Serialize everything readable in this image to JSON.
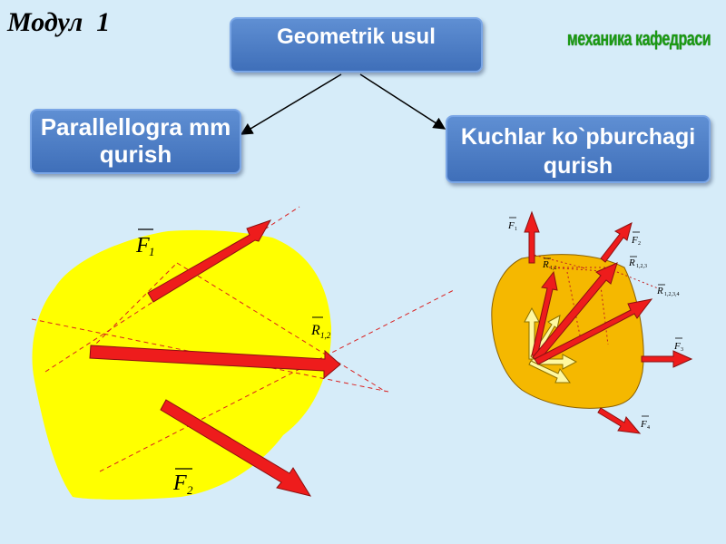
{
  "header": {
    "module_label": "Модул  1",
    "department": "механика кафедраси"
  },
  "boxes": {
    "top": "Geometrik usul",
    "left": "Parallellogra mm qurish",
    "right": "Kuchlar ko`pburchagi qurish"
  },
  "parallelogram": {
    "f1_label": "F",
    "f1_sub": "1",
    "f2_label": "F",
    "f2_sub": "2",
    "r_label": "R",
    "r_sub": "1,2"
  },
  "polygon": {
    "f1": "F",
    "f1_sub": "1",
    "f2": "F",
    "f2_sub": "2",
    "f3": "F",
    "f3_sub": "3",
    "f4": "F",
    "f4_sub": "4",
    "r12": "R",
    "r12_sub": "1,2",
    "r123": "R",
    "r123_sub": "1,2,3",
    "r1234": "R",
    "r1234_sub": "1,2,3,4"
  },
  "colors": {
    "background": "#d6ecf9",
    "box": "#4a7cc4",
    "body_left": "#ffff00",
    "body_right": "#f5b800",
    "arrow": "#ee1c1c",
    "guide_line": "#d92020",
    "department_text": "#1a9a12"
  }
}
